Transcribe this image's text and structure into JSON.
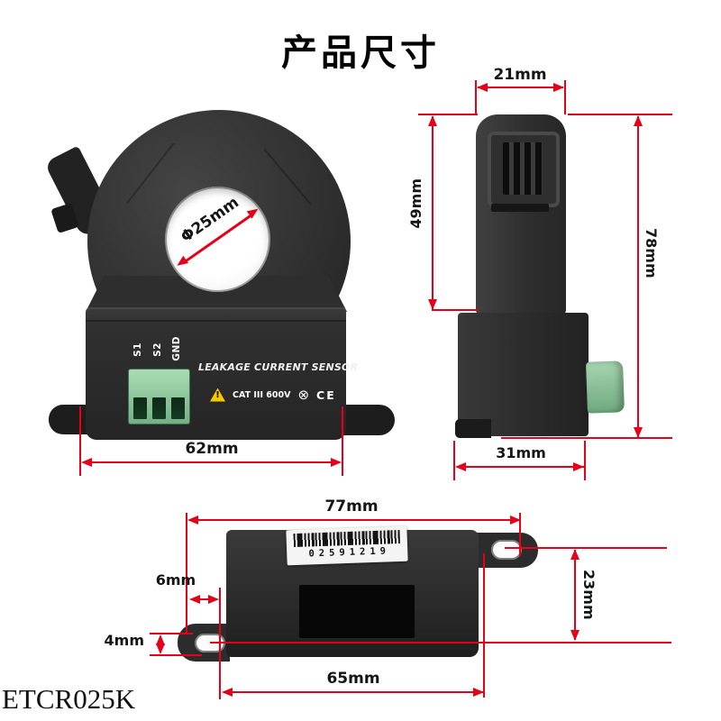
{
  "title": "产品尺寸",
  "model": "ETCR025K",
  "colors": {
    "dimension_red": "#e60018",
    "body_dark": "#2c2c2c",
    "terminal_green": "#7fbd8d",
    "warning_yellow": "#f7c800"
  },
  "front_view": {
    "hole_diameter": "Φ25mm",
    "overall_width": "62mm",
    "terminal_labels": [
      "S1",
      "S2",
      "GND"
    ],
    "panel_title": "LEAKAGE CURRENT SENSOR",
    "rating_text": "CAT III 600V",
    "warning_symbol": "!",
    "insulation_symbol": "⊗",
    "ce_text": "CE"
  },
  "side_view": {
    "top_width": "21mm",
    "upper_height": "49mm",
    "overall_height": "78mm",
    "base_width": "31mm"
  },
  "bottom_view": {
    "overall_width": "77mm",
    "hole_inset": "6mm",
    "hole_edge_offset": "4mm",
    "hole_vertical_span": "23mm",
    "hole_horizontal_span": "65mm",
    "barcode_digits": "02591219"
  }
}
